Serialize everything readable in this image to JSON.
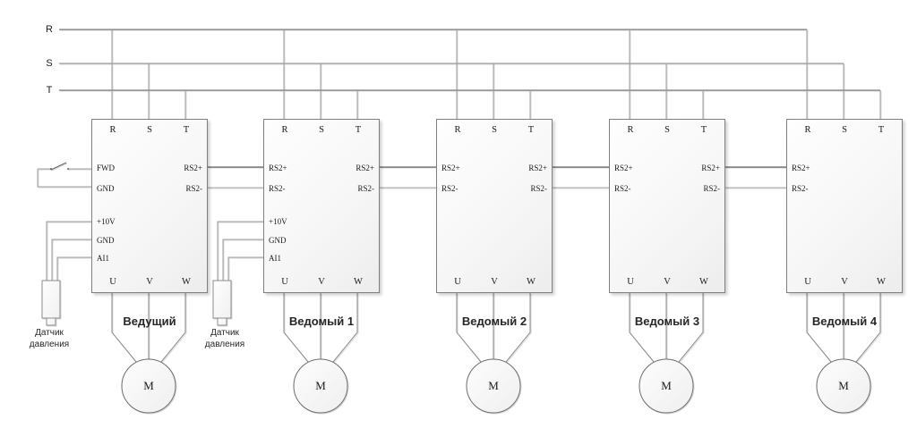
{
  "power_bus": {
    "lines": [
      {
        "label": "R"
      },
      {
        "label": "S"
      },
      {
        "label": "T"
      }
    ]
  },
  "drives": [
    {
      "id": "master",
      "title": "Ведущий",
      "top_terminals": [
        "R",
        "S",
        "T"
      ],
      "bottom_terminals": [
        "U",
        "V",
        "W"
      ],
      "left_terminals": [
        "FWD",
        "GND",
        "+10V",
        "GND",
        "AI1"
      ],
      "right_terminals": [
        "RS2+",
        "RS2-"
      ]
    },
    {
      "id": "slave-1",
      "title": "Ведомый 1",
      "top_terminals": [
        "R",
        "S",
        "T"
      ],
      "bottom_terminals": [
        "U",
        "V",
        "W"
      ],
      "left_terminals": [
        "RS2+",
        "RS2-",
        "+10V",
        "GND",
        "AI1"
      ],
      "right_terminals": [
        "RS2+",
        "RS2-"
      ]
    },
    {
      "id": "slave-2",
      "title": "Ведомый 2",
      "top_terminals": [
        "R",
        "S",
        "T"
      ],
      "bottom_terminals": [
        "U",
        "V",
        "W"
      ],
      "left_terminals": [
        "RS2+",
        "RS2-"
      ],
      "right_terminals": [
        "RS2+",
        "RS2-"
      ]
    },
    {
      "id": "slave-3",
      "title": "Ведомый 3",
      "top_terminals": [
        "R",
        "S",
        "T"
      ],
      "bottom_terminals": [
        "U",
        "V",
        "W"
      ],
      "left_terminals": [
        "RS2+",
        "RS2-"
      ],
      "right_terminals": [
        "RS2+",
        "RS2-"
      ]
    },
    {
      "id": "slave-4",
      "title": "Ведомый 4",
      "top_terminals": [
        "R",
        "S",
        "T"
      ],
      "bottom_terminals": [
        "U",
        "V",
        "W"
      ],
      "left_terminals": [
        "RS2+",
        "RS2-"
      ],
      "right_terminals": []
    }
  ],
  "sensors": [
    {
      "label_line1": "Датчик",
      "label_line2": "давления"
    },
    {
      "label_line1": "Датчик",
      "label_line2": "давления"
    }
  ],
  "motors": [
    {
      "label": "M"
    },
    {
      "label": "M"
    },
    {
      "label": "M"
    },
    {
      "label": "M"
    },
    {
      "label": "M"
    }
  ],
  "colors": {
    "wire_power": "#5e5e5e",
    "wire_tap": "#9e9e9e",
    "wire_rs2_plus": "#3d3d3d",
    "wire_rs2_minus": "#ababab",
    "wire_control": "#9e9e9e",
    "box_border": "#7f7f7f",
    "box_fill": "#f6f6f6"
  }
}
